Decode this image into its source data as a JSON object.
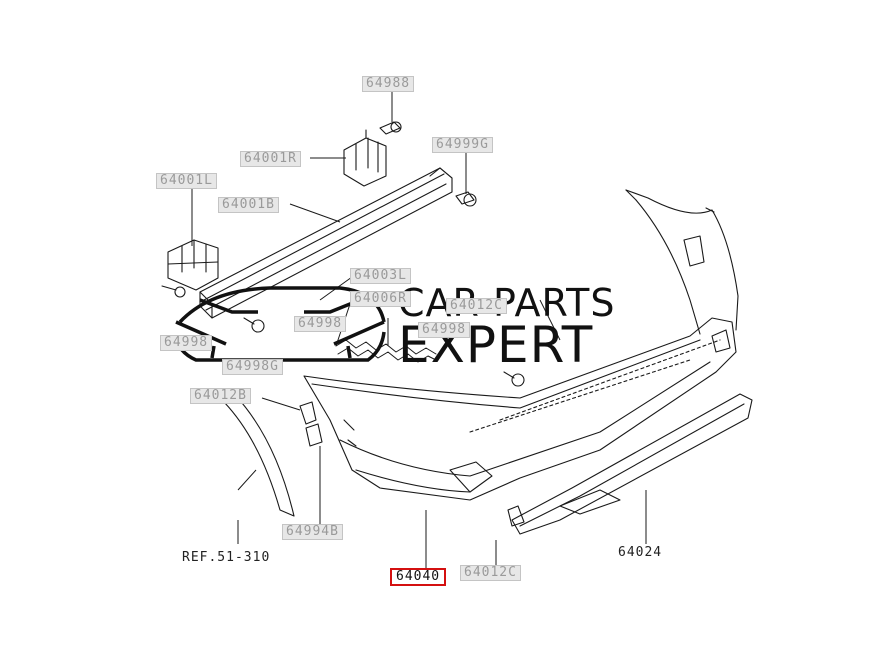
{
  "watermark": {
    "line1": "CAR PARTS",
    "line2": "EXPERT"
  },
  "labels": {
    "p64988": "64988",
    "p64001R_a": "64001R",
    "p64999G": "64999G",
    "p64001L": "64001L",
    "p64001B": "64001B",
    "p64003L": "64003L",
    "p64006R": "64006R",
    "p64012C_top": "64012C",
    "p64998_a": "64998",
    "p64998_b": "64998",
    "p64998_c": "64998",
    "p64998G": "64998G",
    "p64012B": "64012B",
    "p64994B": "64994B",
    "ref": "REF.51-310",
    "p64040": "64040",
    "p64012C_bot": "64012C",
    "p64024": "64024"
  }
}
